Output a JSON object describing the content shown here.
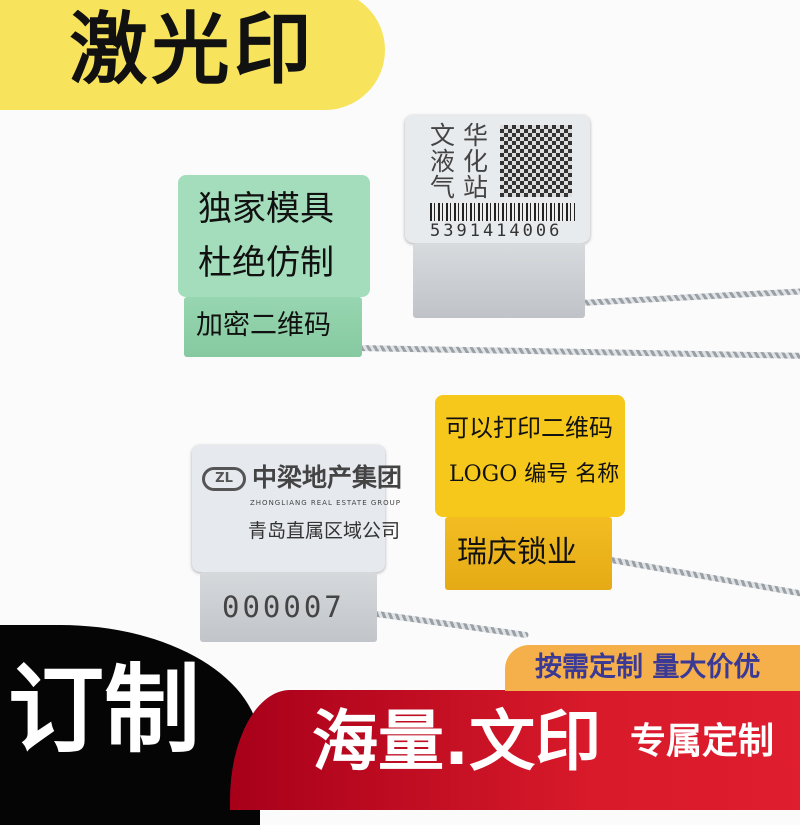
{
  "header": {
    "title": "激光印"
  },
  "tags": {
    "silver": {
      "lines": [
        "文华",
        "液化",
        "气站"
      ],
      "serial": "5391414006"
    },
    "green": {
      "line1": "独家模具",
      "line2": "杜绝仿制",
      "lower": "加密二维码"
    },
    "white": {
      "logo_mark": "ZL",
      "company": "中梁地产集团",
      "company_en": "ZHONGLIANG REAL ESTATE GROUP",
      "branch": "青岛直属区域公司",
      "number": "000007"
    },
    "yellow": {
      "line1": "可以打印二维码",
      "line2": "LOGO 编号 名称",
      "lower": "瑞庆锁业"
    }
  },
  "footer": {
    "big": "订制",
    "tagline": "按需定制 量大价优",
    "slogan": "海量.文印",
    "sub": "专属定制"
  },
  "colors": {
    "yellow": "#f7e35c",
    "green": "#a4ddbc",
    "tag_yellow": "#f6c81c",
    "red": "#d81a2a",
    "orange": "#f6b04b",
    "tagline_text": "#3a3a96"
  }
}
